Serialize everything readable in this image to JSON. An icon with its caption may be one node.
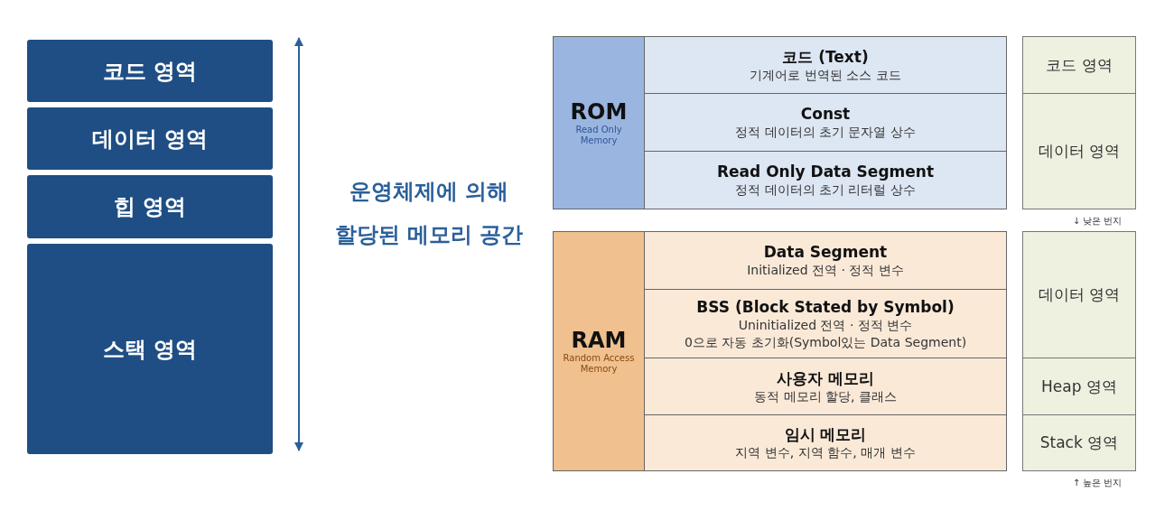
{
  "diagram": {
    "nodes": [
      {
        "text": [
          "코드 영역"
        ]
      },
      {
        "text": [
          "데이터 영역"
        ]
      },
      {
        "text": [
          "힙 영역"
        ]
      },
      {
        "text": [
          "스택 영역"
        ]
      },
      {
        "text": [
          "ROM",
          "Read Only Memory"
        ]
      },
      {
        "text": [
          "코드 (Text)",
          "기계어로 번역된 소스 코드"
        ]
      },
      {
        "text": [
          "Const",
          "정적 데이터의 초기 문자열 상수"
        ]
      },
      {
        "text": [
          "Read Only Data Segment",
          "정적 데이터의 초기 리터럴 상수"
        ]
      },
      {
        "text": [
          "코드 영역"
        ]
      },
      {
        "text": [
          "데이터 영역"
        ]
      },
      {
        "text": [
          "RAM",
          "Random Access Memory"
        ]
      },
      {
        "text": [
          "Data Segment",
          "Initialized 전역 · 정적 변수"
        ]
      },
      {
        "text": [
          "BSS (Block Stated by Symbol)",
          "Uninitialized 전역 · 정적 변수",
          "0으로 자동 초기화(Symbol있는 Data Segment)"
        ]
      },
      {
        "text": [
          "사용자 메모리",
          "동적 메모리 할당, 클래스"
        ]
      },
      {
        "text": [
          "임시 메모리",
          "지역 변수, 지역 함수, 매개 변수"
        ]
      },
      {
        "text": [
          "데이터 영역"
        ]
      },
      {
        "text": [
          "Heap 영역"
        ]
      },
      {
        "text": [
          "Stack 영역"
        ]
      }
    ],
    "labels": [
      "운영체제에 의해 할당된 메모리 공간",
      "↓ 낮은 번지",
      "↑ 높은 번지"
    ]
  }
}
